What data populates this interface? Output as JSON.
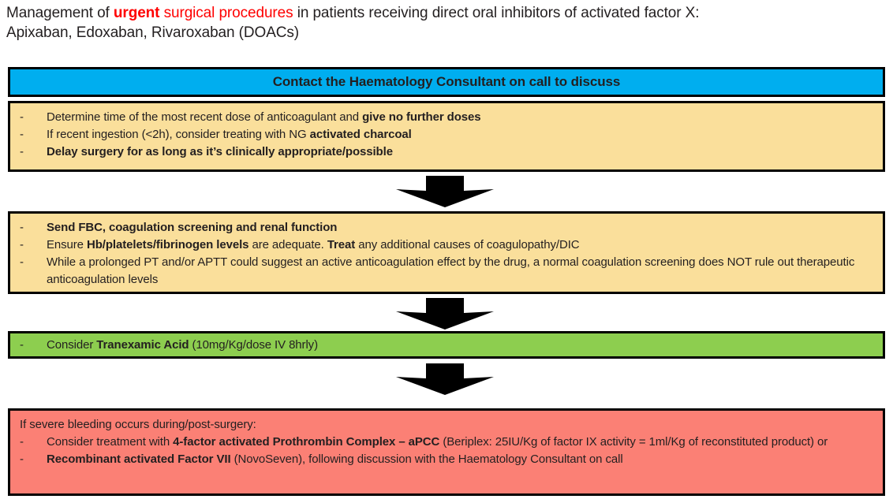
{
  "title": {
    "line1_part1": "Management of ",
    "line1_urgent": "urgent",
    "line1_part2": " surgical procedures",
    "line1_part3": " in patients receiving direct oral inhibitors of activated factor X:",
    "line2": "Apixaban, Edoxaban, Rivaroxaban (DOACs)"
  },
  "header": {
    "text": "Contact the Haematology Consultant on call to discuss",
    "color": "#00aeef"
  },
  "colors": {
    "yellow": "#fadf9b",
    "green": "#8dce4f",
    "red": "#fb8075",
    "blue": "#00aeef",
    "border": "#000000",
    "accent_red_text": "#ff0000"
  },
  "steps": [
    {
      "id": "step1",
      "fill": "#fadf9b",
      "dash": "-",
      "items": [
        {
          "segments": [
            {
              "text": "Determine time of the most recent dose of anticoagulant and ",
              "bold": false
            },
            {
              "text": "give no further doses",
              "bold": true
            }
          ]
        },
        {
          "segments": [
            {
              "text": "If recent ingestion (<2h), consider treating with NG ",
              "bold": false
            },
            {
              "text": "activated charcoal",
              "bold": true
            }
          ]
        },
        {
          "segments": [
            {
              "text": "Delay surgery for as long as it’s clinically appropriate/possible",
              "bold": true
            }
          ]
        }
      ]
    },
    {
      "id": "step2",
      "fill": "#fadf9b",
      "dash": "-",
      "items": [
        {
          "segments": [
            {
              "text": "Send FBC, coagulation screening and renal function",
              "bold": true
            }
          ]
        },
        {
          "segments": [
            {
              "text": "Ensure ",
              "bold": false
            },
            {
              "text": "Hb/platelets/fibrinogen levels",
              "bold": true
            },
            {
              "text": " are adequate. ",
              "bold": false
            },
            {
              "text": "Treat",
              "bold": true
            },
            {
              "text": " any additional causes of coagulopathy/DIC",
              "bold": false
            }
          ]
        },
        {
          "segments": [
            {
              "text": "While a prolonged PT and/or APTT could suggest an active anticoagulation effect by the drug, a normal coagulation screening does NOT rule out therapeutic anticoagulation levels",
              "bold": false
            }
          ]
        }
      ]
    },
    {
      "id": "step3",
      "fill": "#8dce4f",
      "dash": "-",
      "items": [
        {
          "segments": [
            {
              "text": "Consider ",
              "bold": false
            },
            {
              "text": "Tranexamic Acid",
              "bold": true
            },
            {
              "text": " (10mg/Kg/dose IV 8hrly)",
              "bold": false
            }
          ]
        }
      ]
    },
    {
      "id": "step4",
      "fill": "#fb8075",
      "dash": "-",
      "lead": "If severe bleeding occurs during/post-surgery:",
      "items": [
        {
          "segments": [
            {
              "text": "Consider treatment with ",
              "bold": false
            },
            {
              "text": "4-factor activated Prothrombin Complex – aPCC",
              "bold": true
            },
            {
              "text": " (Beriplex: 25IU/Kg of factor IX activity = 1ml/Kg of reconstituted product) or",
              "bold": false
            }
          ]
        },
        {
          "segments": [
            {
              "text": "Recombinant activated Factor VII",
              "bold": true
            },
            {
              "text": " (NovoSeven), following discussion with the Haematology Consultant on call",
              "bold": false
            }
          ]
        }
      ]
    }
  ],
  "arrows": [
    {
      "name": "arrow-step1-to-step2",
      "direction": "down"
    },
    {
      "name": "arrow-step2-to-step3",
      "direction": "down"
    },
    {
      "name": "arrow-step3-to-step4",
      "direction": "down"
    }
  ]
}
